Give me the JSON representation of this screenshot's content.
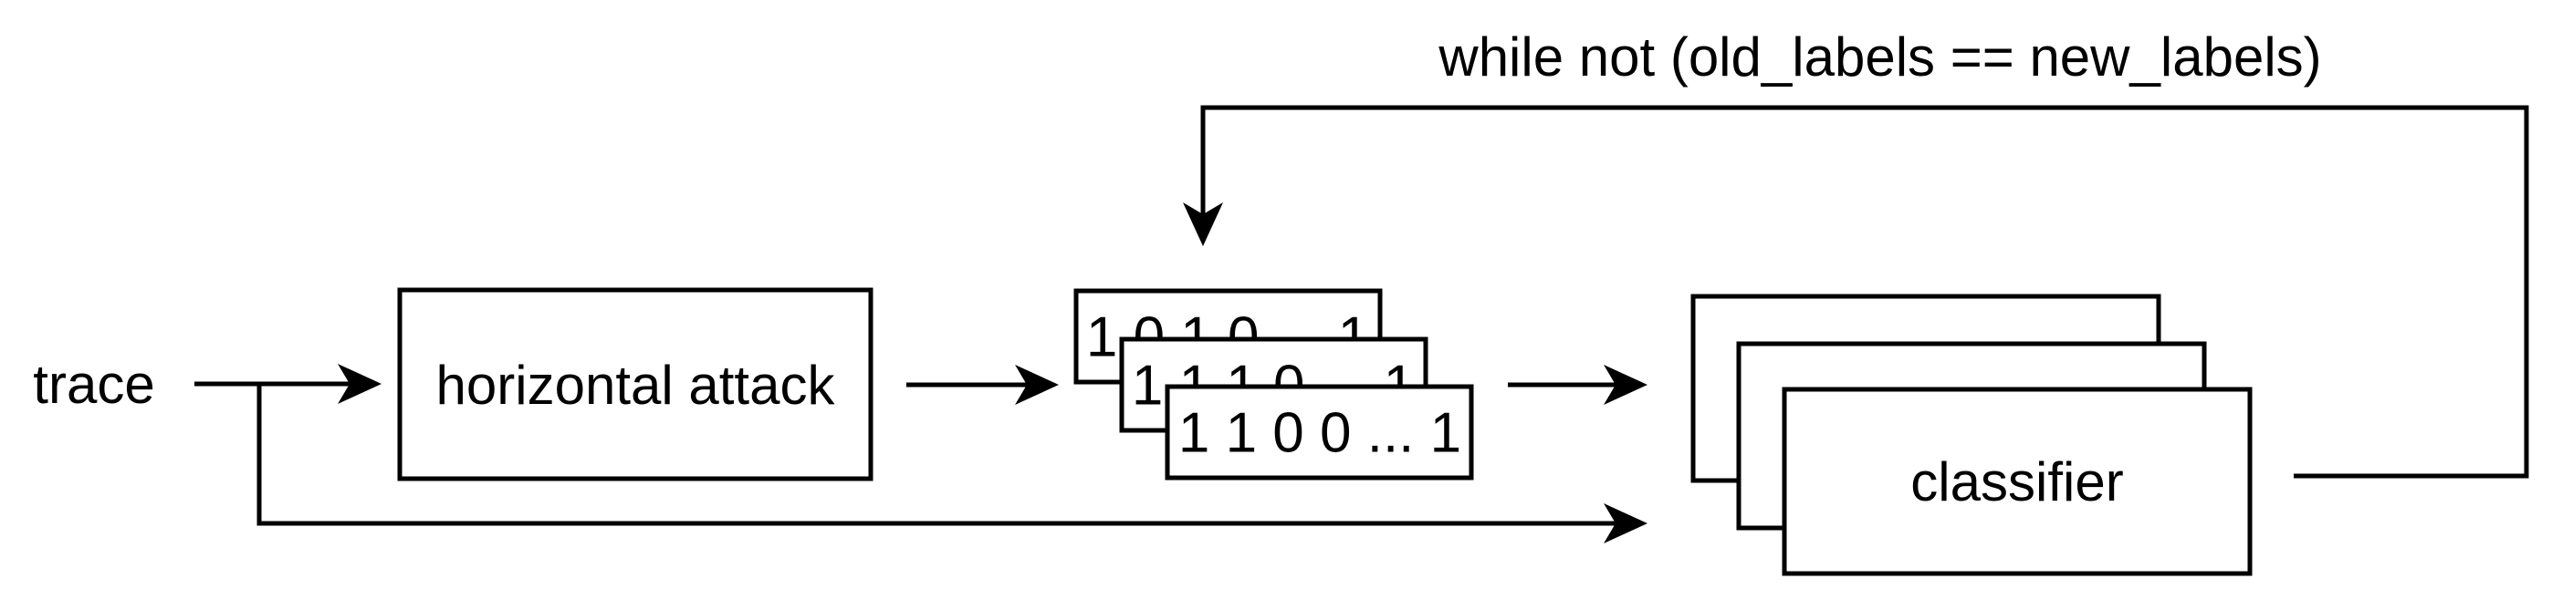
{
  "diagram": {
    "colors": {
      "stroke": "#000000",
      "text": "#000000",
      "background": "#ffffff",
      "box_fill": "#ffffff"
    },
    "labels": {
      "trace": "trace",
      "horizontal_attack": "horizontal attack",
      "classifier": "classifier",
      "while_condition": "while not (old_labels == new_labels)"
    },
    "sequences": {
      "back": "1 0 1 0 ... 1",
      "middle": "1 1 1 0 ... 1",
      "front": "1 1 0 0 ... 1"
    }
  }
}
